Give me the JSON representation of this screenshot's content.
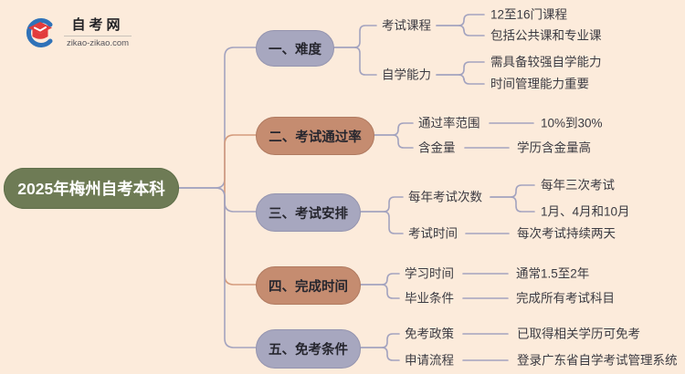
{
  "logo": {
    "icon": "graduation-cap-icon",
    "title": "自考网",
    "domain": "zikao-zikao.com"
  },
  "central": {
    "title": "2025年梅州自考本科"
  },
  "branches": [
    {
      "label": "一、难度",
      "tone": "gray",
      "children": [
        {
          "label": "考试课程",
          "leaves": [
            "12至16门课程",
            "包括公共课和专业课"
          ]
        },
        {
          "label": "自学能力",
          "leaves": [
            "需具备较强自学能力",
            "时间管理能力重要"
          ]
        }
      ]
    },
    {
      "label": "二、考试通过率",
      "tone": "salmon",
      "children": [
        {
          "label": "通过率范围",
          "leaves": [
            "10%到30%"
          ]
        },
        {
          "label": "含金量",
          "leaves": [
            "学历含金量高"
          ]
        }
      ]
    },
    {
      "label": "三、考试安排",
      "tone": "gray",
      "children": [
        {
          "label": "每年考试次数",
          "leaves": [
            "每年三次考试",
            "1月、4月和10月"
          ]
        },
        {
          "label": "考试时间",
          "leaves": [
            "每次考试持续两天"
          ]
        }
      ]
    },
    {
      "label": "四、完成时间",
      "tone": "salmon",
      "children": [
        {
          "label": "学习时间",
          "leaves": [
            "通常1.5至2年"
          ]
        },
        {
          "label": "毕业条件",
          "leaves": [
            "完成所有考试科目"
          ]
        }
      ]
    },
    {
      "label": "五、免考条件",
      "tone": "gray",
      "children": [
        {
          "label": "免考政策",
          "leaves": [
            "已取得相关学历可免考"
          ]
        },
        {
          "label": "申请流程",
          "leaves": [
            "登录广东省自学考试管理系统"
          ]
        }
      ]
    }
  ],
  "colors": {
    "background": "#fcebdb",
    "central_fill": "#6e7b55",
    "central_text": "#ffffff",
    "pill_gray": "#a7a7bf",
    "pill_salmon": "#c58c70",
    "pill_text": "#26262e",
    "connector_gray": "#a3a3bf",
    "connector_salmon": "#d49b7c",
    "node_text": "#3b3b42",
    "logo_blue": "#2f72b8",
    "logo_red": "#e23c3c"
  }
}
